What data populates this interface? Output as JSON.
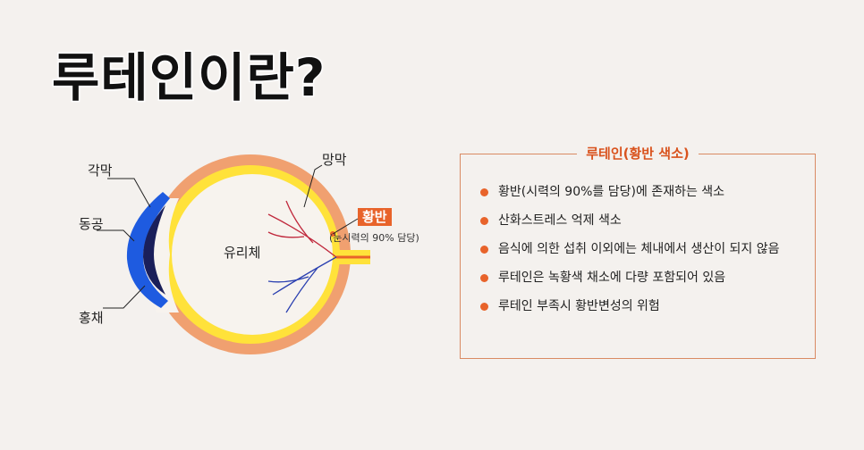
{
  "title": "루테인이란?",
  "diagram": {
    "labels": {
      "cornea": "각막",
      "pupil": "동공",
      "iris": "홍채",
      "vitreous": "유리체",
      "retina": "망막",
      "macula": "황반",
      "macula_note": "(눈시력의 90% 담당)"
    },
    "colors": {
      "sclera": "#f0a070",
      "retina": "#ffe23a",
      "iris": "#1e5be0",
      "macula": "#e8632a"
    }
  },
  "info": {
    "title": "루테인(황반 색소)",
    "items": [
      "황반(시력의 90%를 담당)에 존재하는 색소",
      "산화스트레스 억제 색소",
      "음식에 의한 섭취 이외에는 체내에서 생산이 되지 않음",
      "루테인은 녹황색 채소에 다량 포함되어 있음",
      "루테인 부족시 황반변성의 위험"
    ]
  }
}
